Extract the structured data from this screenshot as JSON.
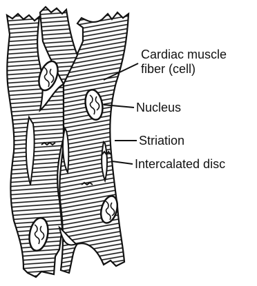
{
  "labels": {
    "fiber_line1": "Cardiac muscle",
    "fiber_line2": "fiber (cell)",
    "nucleus": "Nucleus",
    "striation": "Striation",
    "intercalated_disc": "Intercalated disc"
  },
  "colors": {
    "ink": "#111111",
    "background": "#ffffff"
  }
}
